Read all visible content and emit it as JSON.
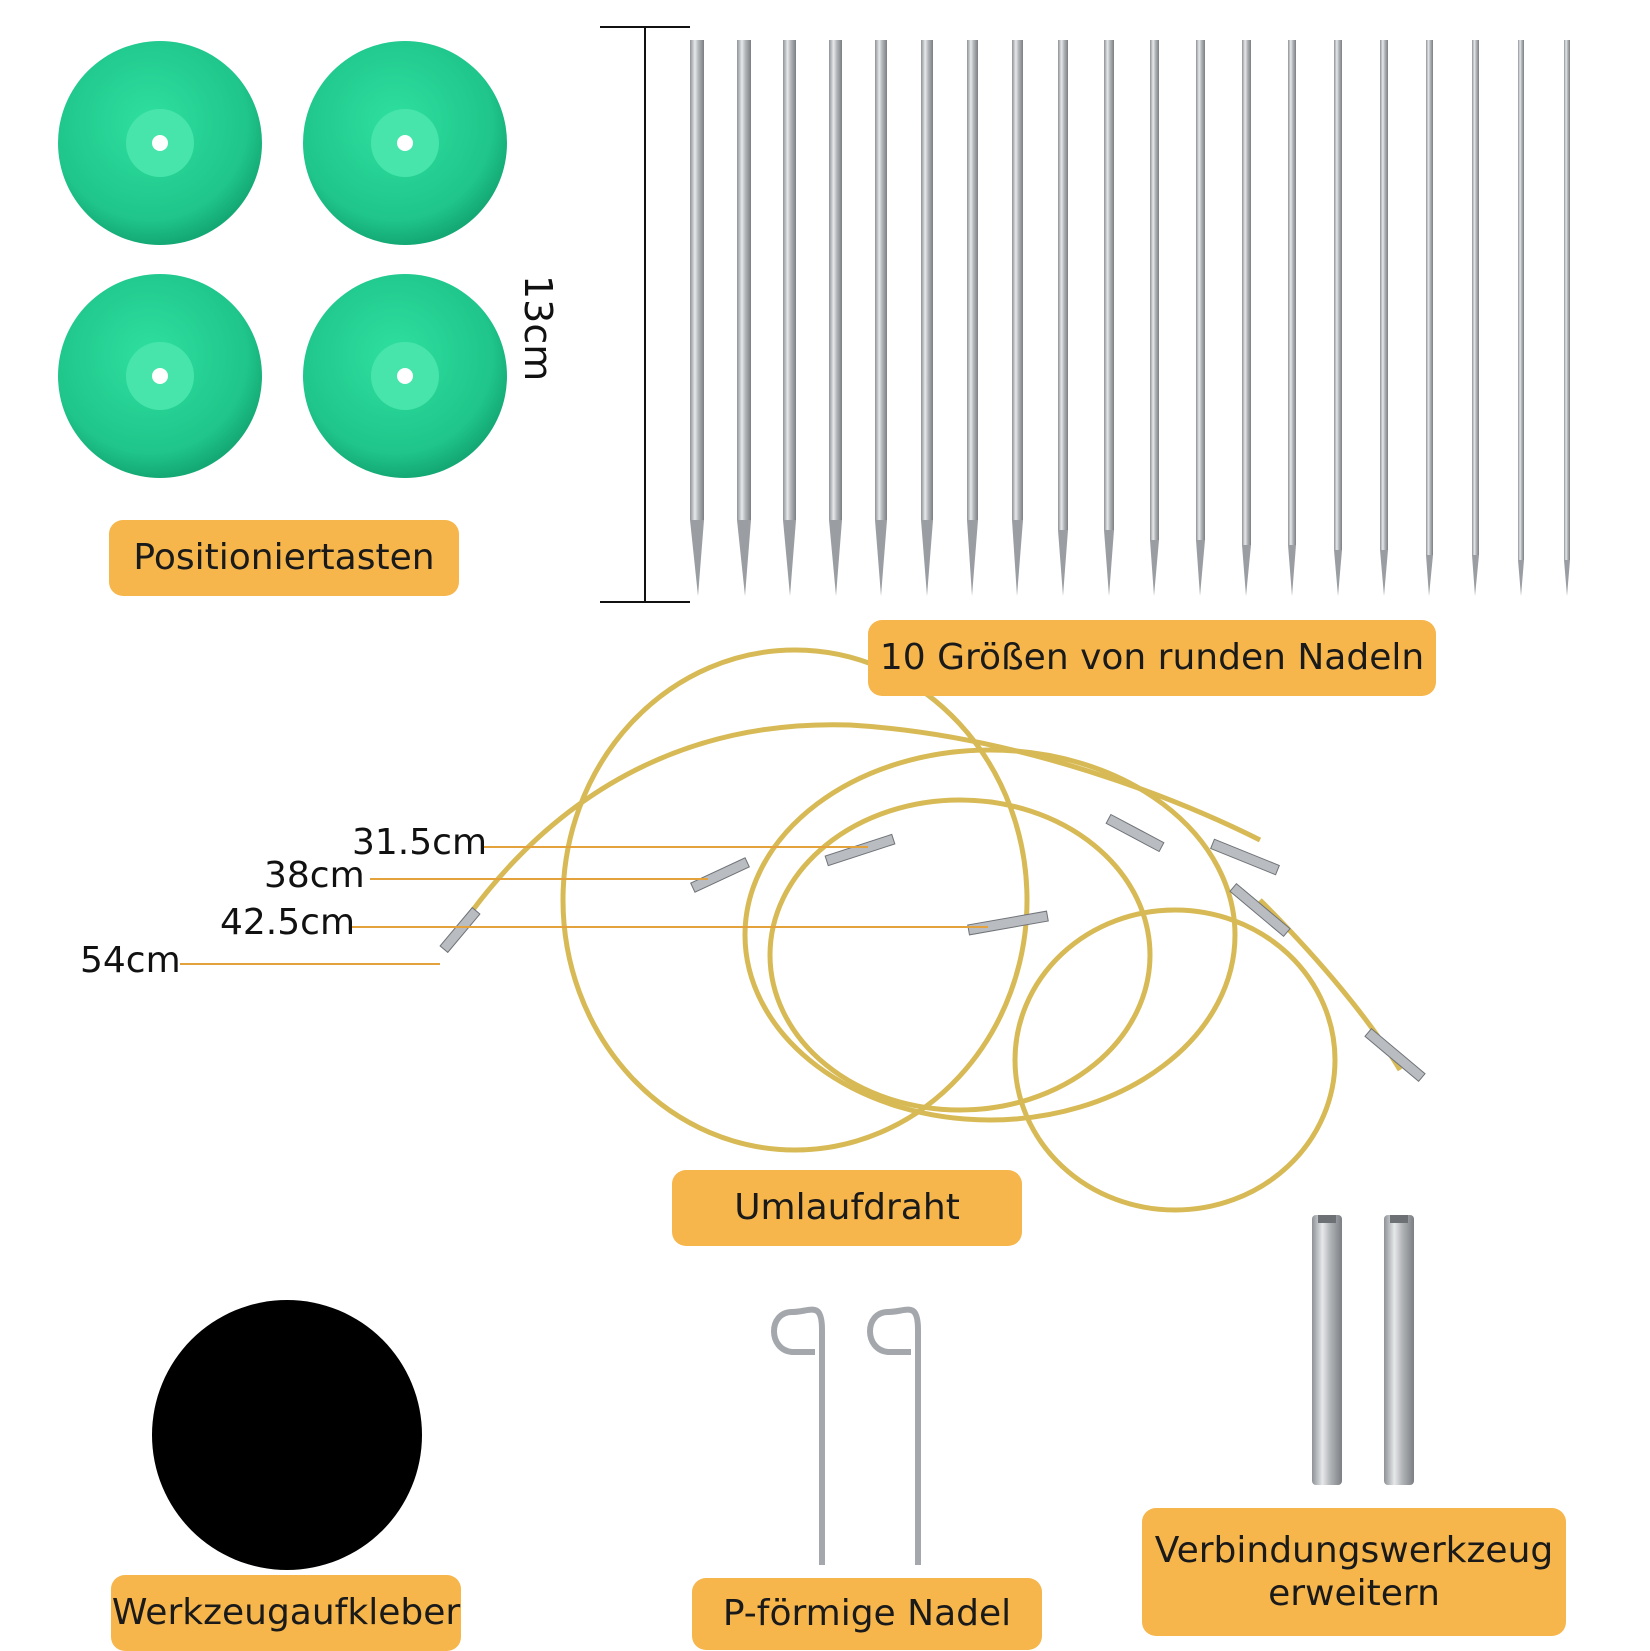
{
  "labels": {
    "positioning_keys": "Positioniertasten",
    "needles": "10 Größen von runden Nadeln",
    "cable": "Umlaufdraht",
    "sticker": "Werkzeugaufkleber",
    "p_needle": "P-förmige Nadel",
    "connector_tool": "Verbindungswerkzeug erweitern"
  },
  "needle_length": "13cm",
  "cable_lengths": [
    "31.5cm",
    "38cm",
    "42.5cm",
    "54cm"
  ],
  "colors": {
    "label_bg": "#f6b64c",
    "stopper": "#21c98d",
    "cable": "#d7ba55",
    "metal": "#b9bcc0",
    "sticker": "#000000"
  }
}
